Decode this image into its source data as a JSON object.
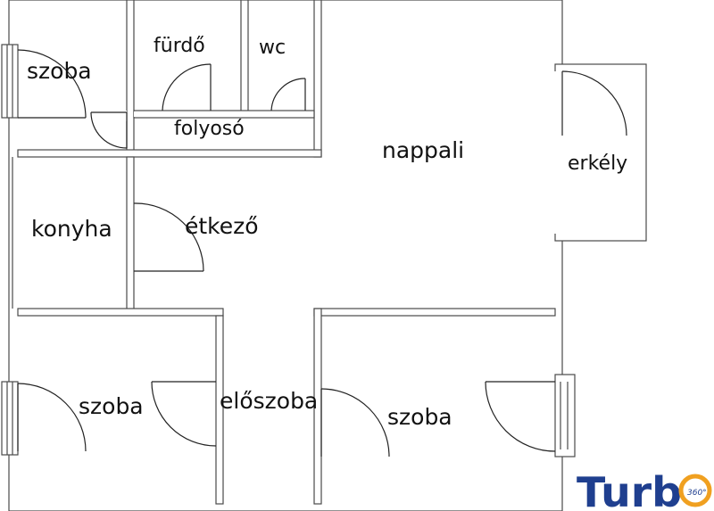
{
  "rooms": {
    "szoba_top": "szoba",
    "furdo": "fürdő",
    "wc": "wc",
    "folyoso": "folyosó",
    "nappali": "nappali",
    "erkely": "erkély",
    "konyha": "konyha",
    "etkezo": "étkező",
    "szoba_left": "szoba",
    "eloszoba": "előszoba",
    "szoba_right": "szoba"
  },
  "logo": {
    "text": "Turb",
    "badge": "360°",
    "color_text": "#1f3f8f",
    "color_ring": "#f0a020"
  }
}
